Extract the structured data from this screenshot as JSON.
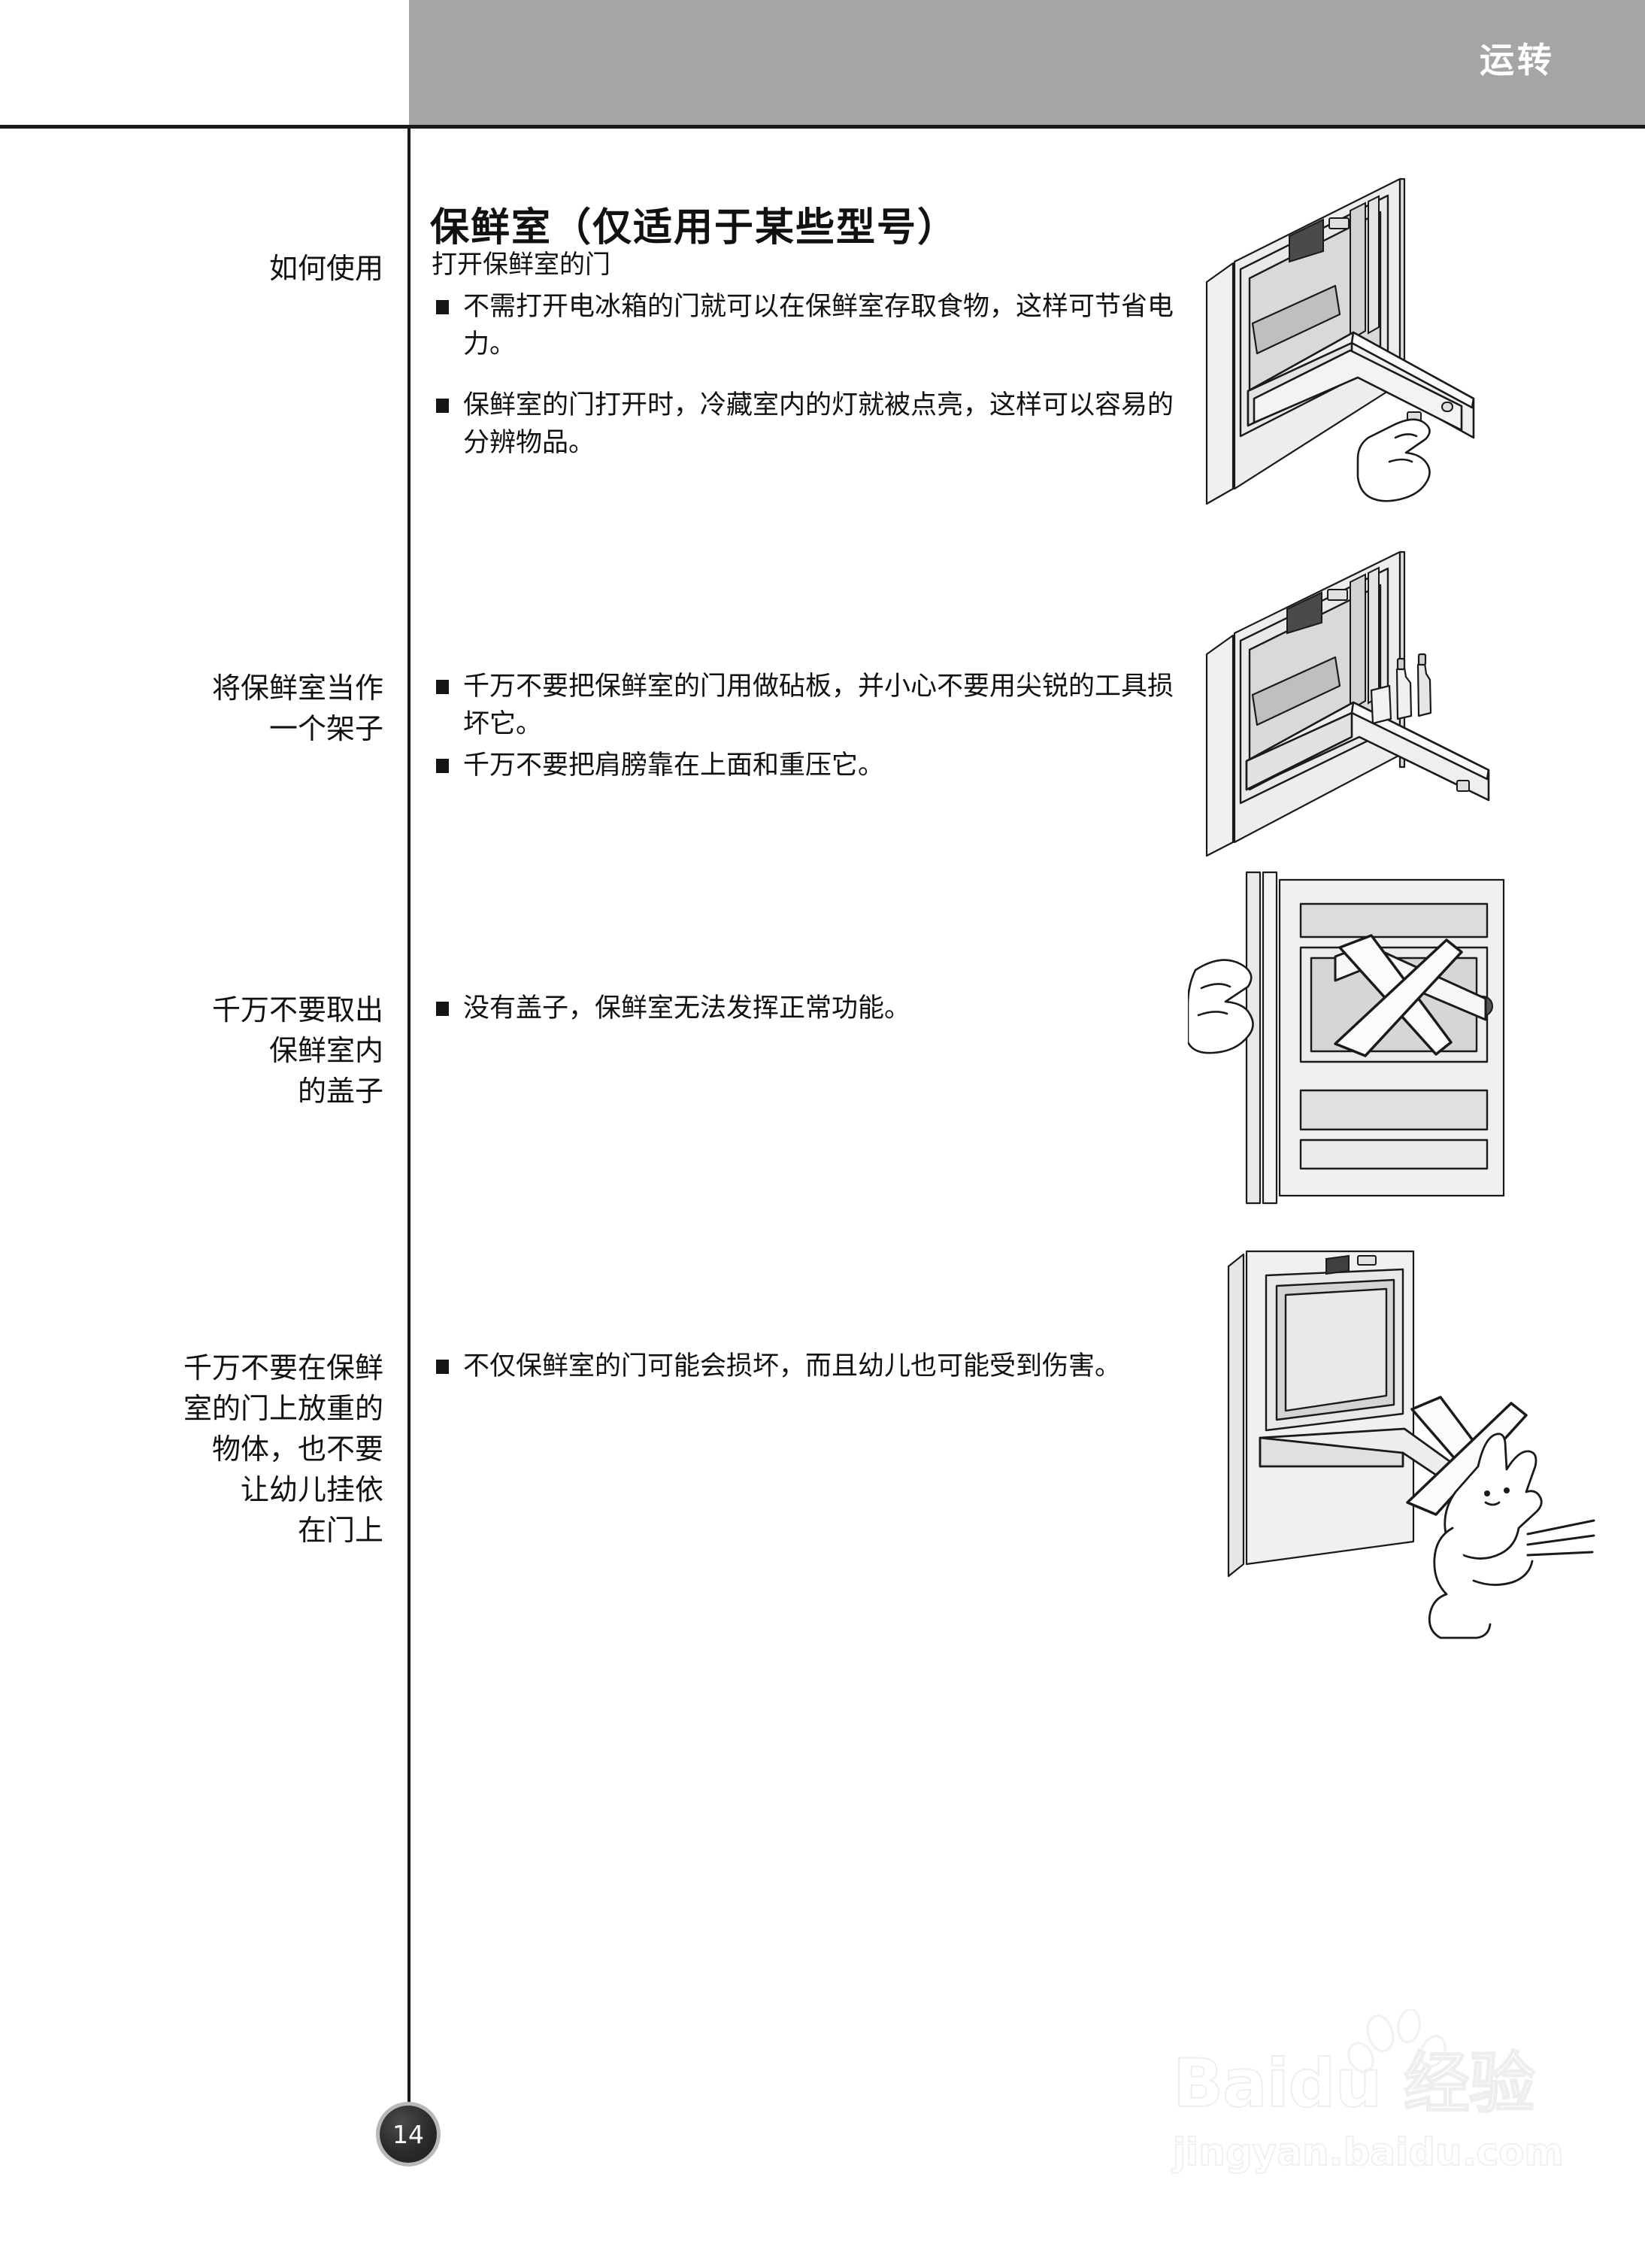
{
  "header": {
    "tab_label": "运转",
    "band_color": "#a5a5a5",
    "rule_color": "#1a1a1a"
  },
  "page_title": "保鲜室（仅适用于某些型号）",
  "sections": [
    {
      "label_lines": [
        "如何使用"
      ],
      "lead": "打开保鲜室的门",
      "bullets": [
        "不需打开电冰箱的门就可以在保鲜室存取食物，这样可节省电力。",
        "保鲜室的门打开时，冷藏室内的灯就被点亮，这样可以容易的分辨物品。"
      ],
      "illustration": "home-bar-open-door-hand"
    },
    {
      "label_lines": [
        "将保鲜室当作",
        "一个架子"
      ],
      "lead": "",
      "bullets": [
        "千万不要把保鲜室的门用做砧板，并小心不要用尖锐的工具损坏它。",
        "千万不要把肩膀靠在上面和重压它。"
      ],
      "illustration": "home-bar-shelf-with-bottles"
    },
    {
      "label_lines": [
        "千万不要取出",
        "保鲜室内",
        "的盖子"
      ],
      "lead": "",
      "bullets": [
        "没有盖子，保鲜室无法发挥正常功能。"
      ],
      "illustration": "home-bar-remove-cover-prohibited"
    },
    {
      "label_lines": [
        "千万不要在保鲜",
        "室的门上放重的",
        "物体，也不要",
        "让幼儿挂依",
        "在门上"
      ],
      "lead": "",
      "bullets": [
        "不仅保鲜室的门可能会损坏，而且幼儿也可能受到伤害。"
      ],
      "illustration": "home-bar-child-hanging-prohibited"
    }
  ],
  "page_number": "14",
  "watermark": {
    "brand": "Baidu 经验",
    "url": "jingyan.baidu.com"
  }
}
